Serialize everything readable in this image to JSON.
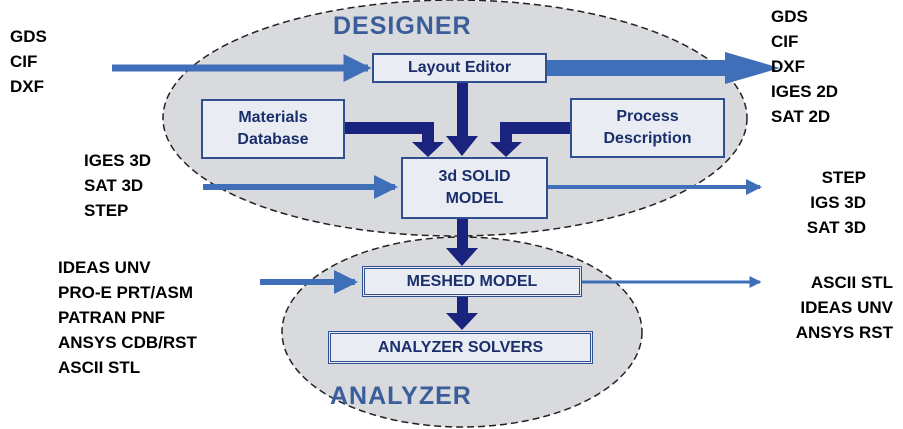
{
  "colors": {
    "ellipse_fill": "#d9dadd",
    "arrow_light": "#3e6fb8",
    "arrow_dark": "#1a237e",
    "box_border": "#2f4f8f",
    "title": "#3a5e9a"
  },
  "designer": {
    "title": "DESIGNER",
    "layout_editor": "Layout Editor",
    "materials_db": [
      "Materials",
      "Database"
    ],
    "process_desc": [
      "Process",
      "Description"
    ],
    "solid_model": [
      "3d SOLID",
      "MODEL"
    ]
  },
  "analyzer": {
    "title": "ANALYZER",
    "meshed_model": "MESHED MODEL",
    "solvers": "ANALYZER SOLVERS"
  },
  "inputs": {
    "layout": [
      "GDS",
      "CIF",
      "DXF"
    ],
    "solid": [
      "IGES 3D",
      "SAT 3D",
      "STEP"
    ],
    "mesh": [
      "IDEAS  UNV",
      "PRO-E  PRT/ASM",
      "PATRAN  PNF",
      "ANSYS  CDB/RST",
      "ASCII  STL"
    ]
  },
  "outputs": {
    "layout": [
      "GDS",
      "CIF",
      "DXF",
      "IGES 2D",
      "SAT 2D"
    ],
    "solid": [
      "STEP",
      "IGS 3D",
      "SAT 3D"
    ],
    "mesh": [
      "ASCII  STL",
      "IDEAS  UNV",
      "ANSYS  RST"
    ]
  }
}
